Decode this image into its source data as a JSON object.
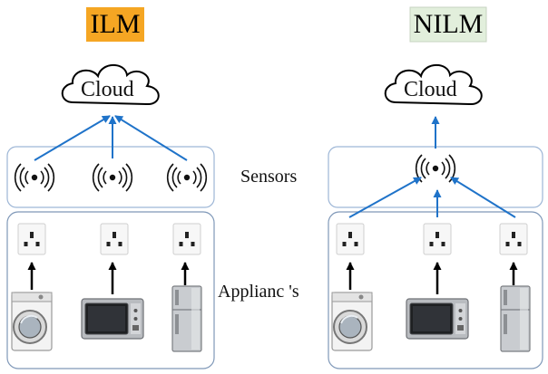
{
  "left_panel": {
    "title": "ILM",
    "title_color": "#f5a623",
    "cloud_label": "Cloud"
  },
  "right_panel": {
    "title": "NILM",
    "title_color": "#e2efdc",
    "cloud_label": "Cloud"
  },
  "labels": {
    "sensors": "Sensors",
    "appliances": "Applianc 's"
  },
  "colors": {
    "arrow_blue": "#1f73c9",
    "box_border": "#9db6d6",
    "arrow_black": "#000000"
  },
  "icons": [
    "cloud-icon",
    "wifi-sensor-icon",
    "power-outlet-icon",
    "washing-machine-icon",
    "microwave-icon",
    "refrigerator-icon"
  ]
}
